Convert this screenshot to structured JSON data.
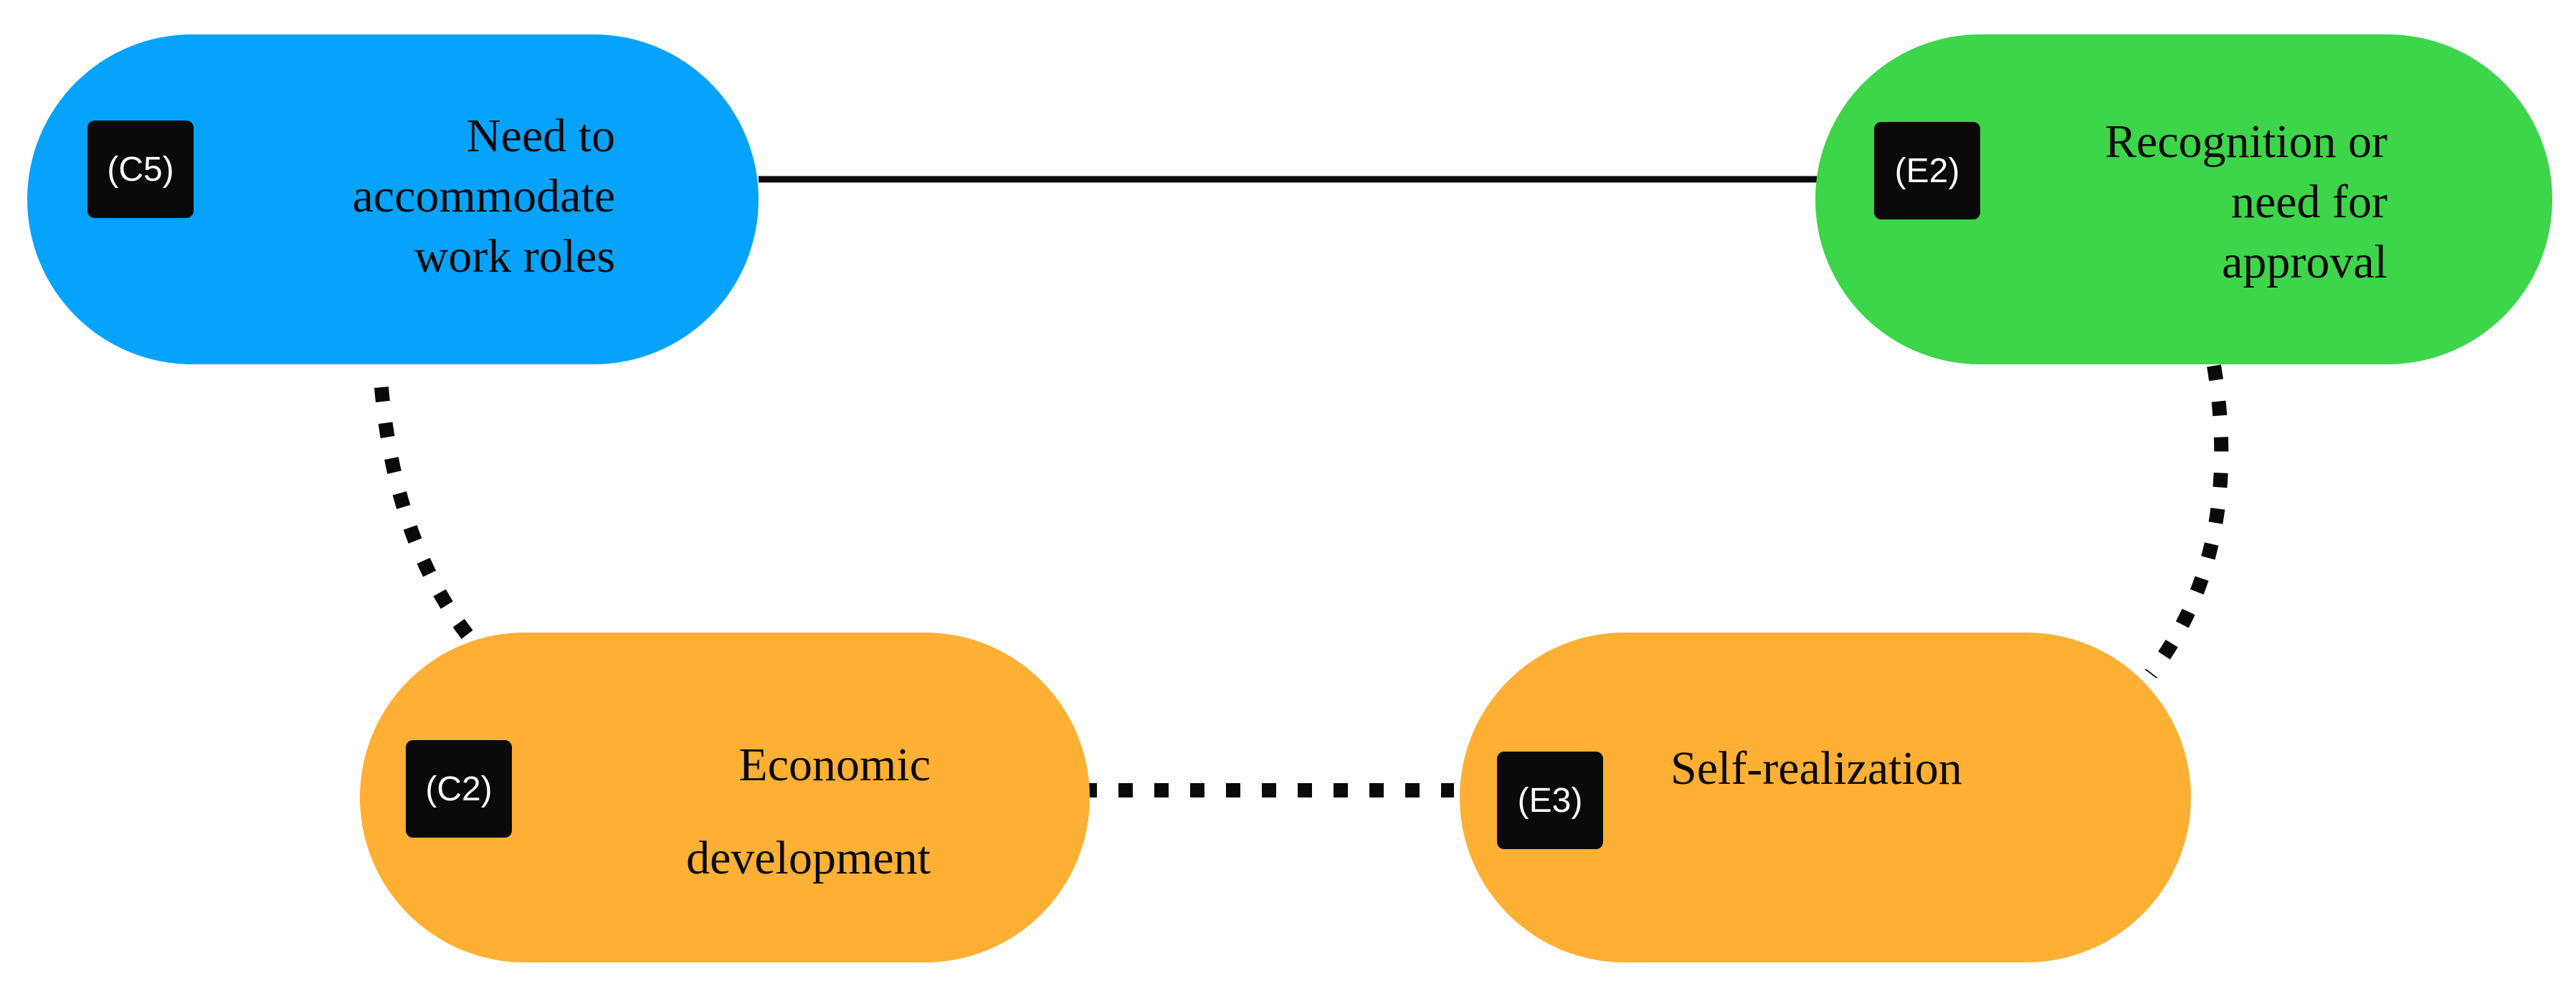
{
  "colors": {
    "blue_node": "#06a3fd",
    "green_node": "#3dd54a",
    "orange_node": "#fdb034",
    "badge": "#0a0a0a",
    "line": "#0a0a0a"
  },
  "nodes": {
    "c5": {
      "code": "(C5)",
      "lines": [
        "Need to",
        "accommodate",
        "work roles"
      ]
    },
    "e2": {
      "code": "(E2)",
      "lines": [
        "Recognition or",
        "need for",
        "approval"
      ]
    },
    "c2": {
      "code": "(C2)",
      "lines": [
        "Economic",
        "development"
      ]
    },
    "e3": {
      "code": "(E3)",
      "lines": [
        "Self-realization"
      ]
    }
  },
  "connectors": [
    {
      "from": "C5",
      "to": "E2",
      "style": "solid"
    },
    {
      "from": "C5",
      "to": "C2",
      "style": "dotted"
    },
    {
      "from": "C2",
      "to": "E3",
      "style": "dotted"
    },
    {
      "from": "E2",
      "to": "E3",
      "style": "dotted"
    }
  ]
}
